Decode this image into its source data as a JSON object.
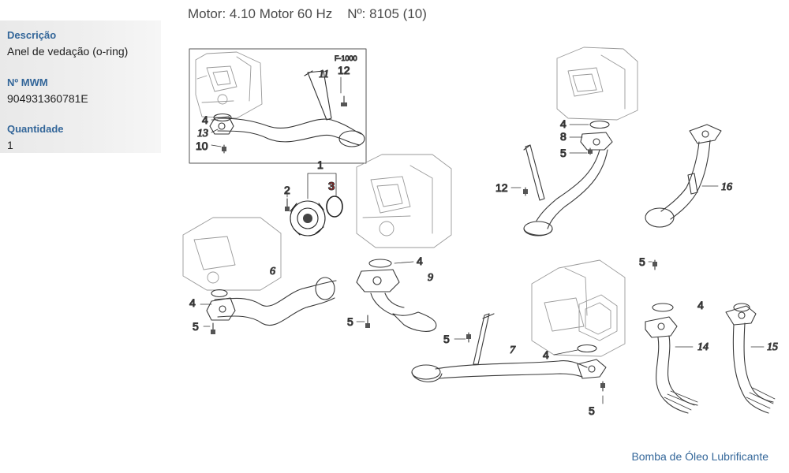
{
  "header": {
    "title": "Motor: 4.10 Motor 60 Hz    Nº: 8105 (10)"
  },
  "part_info": {
    "description_label": "Descrição",
    "description_value": "Anel de vedação (o-ring)",
    "mwm_label": "Nº MWM",
    "mwm_value": "904931360781E",
    "quantity_label": "Quantidade",
    "quantity_value": "1"
  },
  "diagram": {
    "ref": "F-1000",
    "callouts": {
      "c1": "1",
      "c2": "2",
      "c3": "3",
      "c4": "4",
      "c5": "5",
      "c6": "6",
      "c7": "7",
      "c8": "8",
      "c9": "9",
      "c10": "10",
      "c11": "11",
      "c12": "12",
      "c13": "13",
      "c14": "14",
      "c15": "15",
      "c16": "16"
    },
    "highlight_color": "#b51a1a"
  },
  "footer": {
    "link_label": "Bomba de Óleo Lubrificante"
  }
}
